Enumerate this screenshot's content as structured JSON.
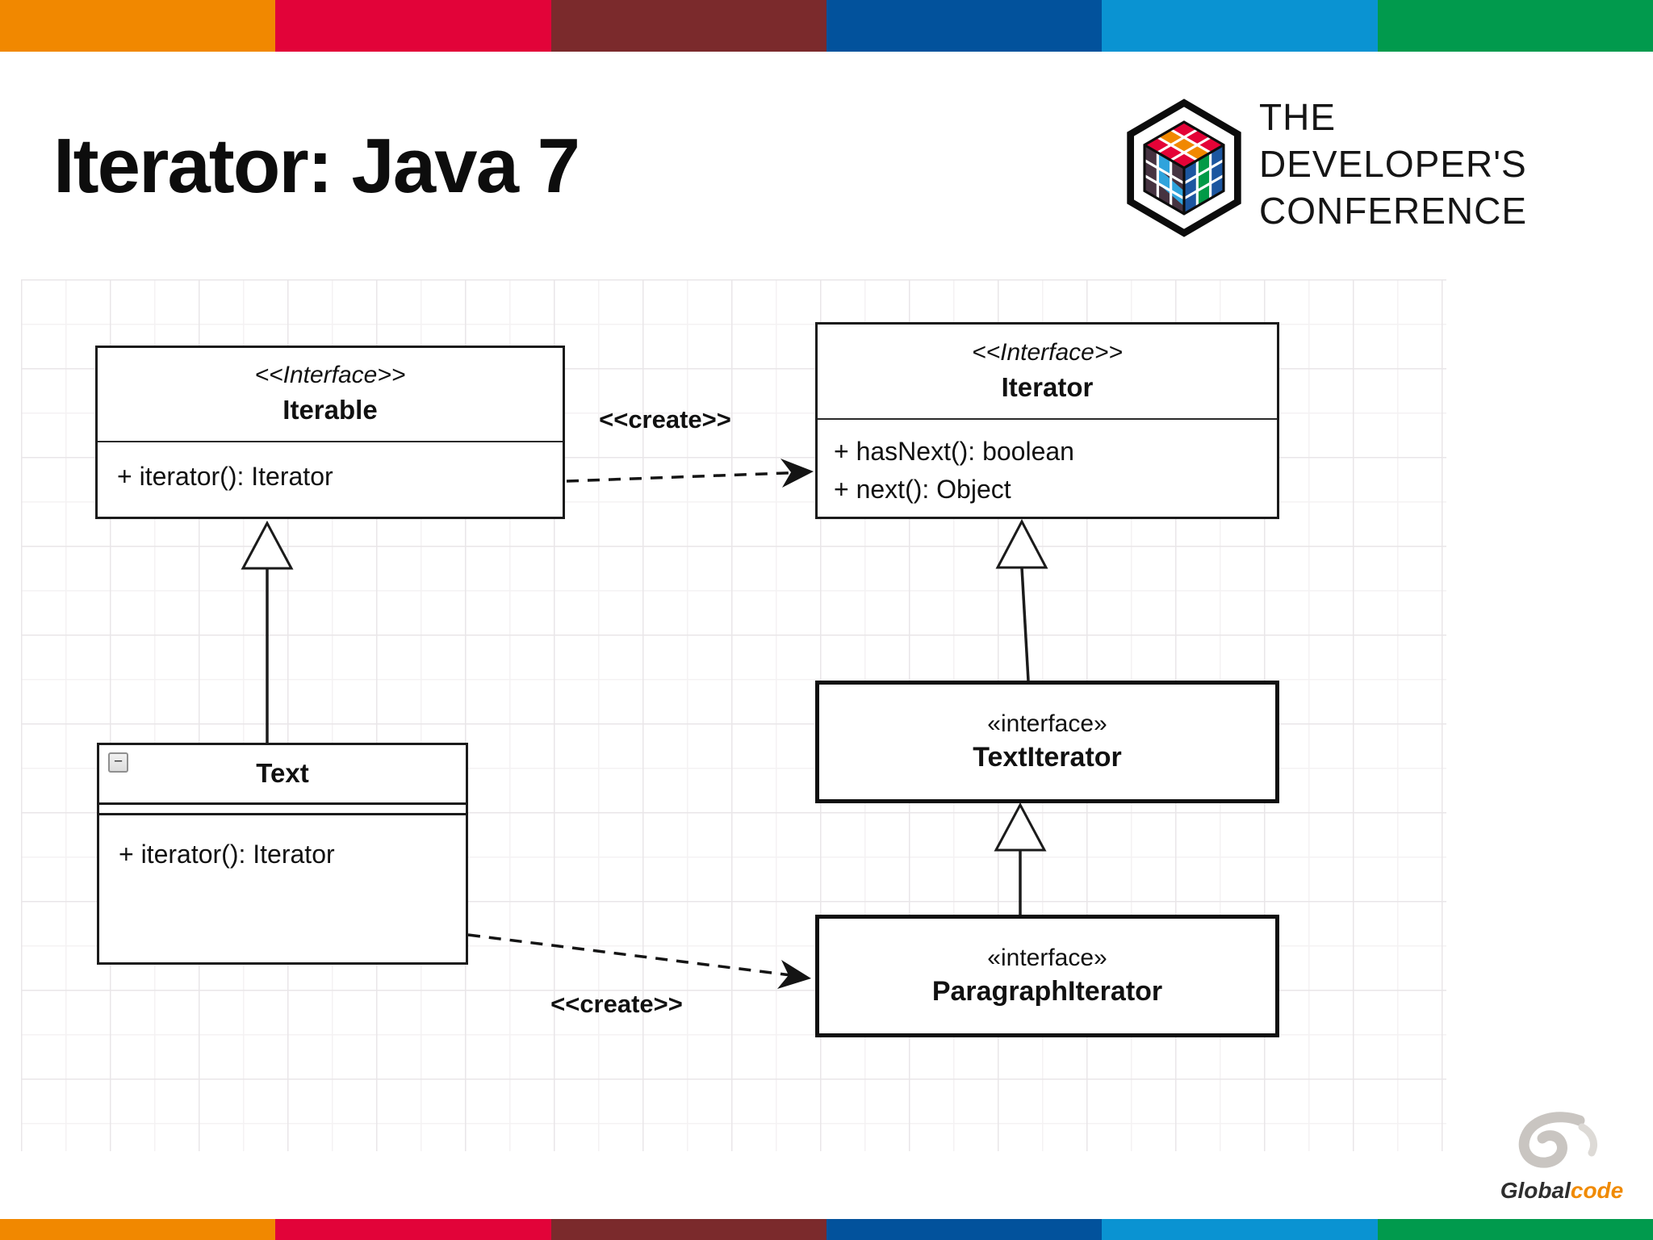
{
  "brand_bar": {
    "colors": [
      "#F18800",
      "#E20339",
      "#7B2A2C",
      "#02529C",
      "#0A93D2",
      "#019A4D"
    ]
  },
  "header": {
    "title": "Iterator: Java 7",
    "logo": {
      "line1": "THE",
      "line2": "DEVELOPER'S",
      "line3": "CONFERENCE"
    }
  },
  "diagram": {
    "classes": {
      "iterable": {
        "stereotype": "<<Interface>>",
        "name": "Iterable",
        "operations": [
          "+ iterator(): Iterator"
        ]
      },
      "iterator": {
        "stereotype": "<<Interface>>",
        "name": "Iterator",
        "operations": [
          "+ hasNext(): boolean",
          "+ next(): Object"
        ]
      },
      "text": {
        "name": "Text",
        "collapse_icon": "−",
        "operations": [
          "+ iterator(): Iterator"
        ]
      },
      "text_iterator": {
        "stereotype": "«interface»",
        "name": "TextIterator"
      },
      "paragraph_iterator": {
        "stereotype": "«interface»",
        "name": "ParagraphIterator"
      }
    },
    "labels": {
      "create_top": "<<create>>",
      "create_bottom": "<<create>>"
    }
  },
  "footer": {
    "logo_text_dark": "Global",
    "logo_text_orange": "code"
  }
}
